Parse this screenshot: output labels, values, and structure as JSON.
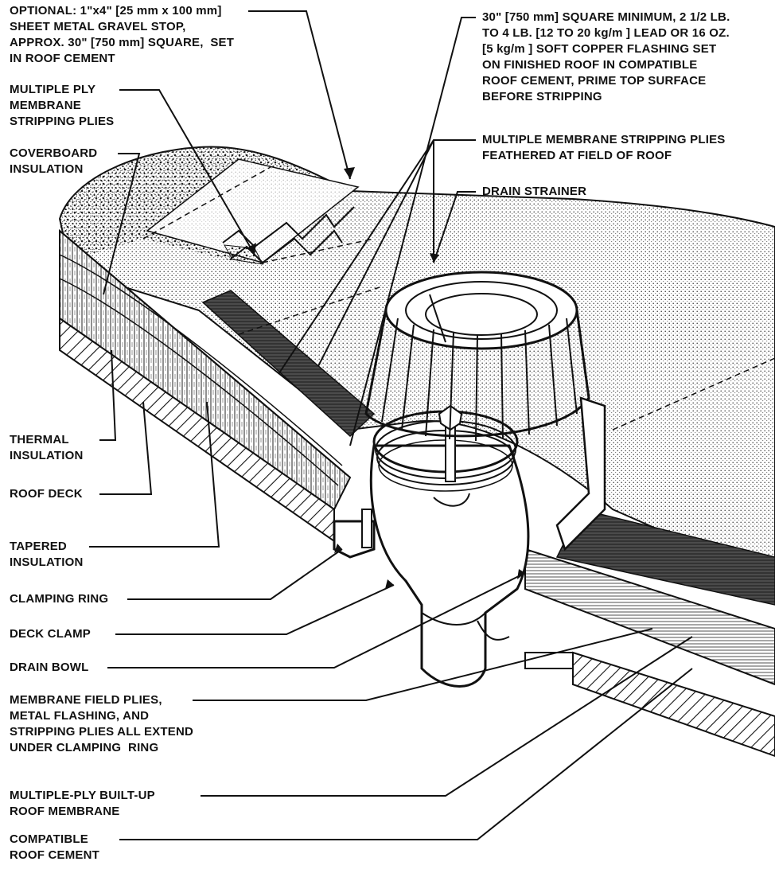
{
  "labels": {
    "gravel_stop": "OPTIONAL: 1\"x4\" [25 mm x 100 mm]\nSHEET METAL GRAVEL STOP,\nAPPROX. 30\" [750 mm] SQUARE,  SET\nIN ROOF CEMENT",
    "stripping_plies": "MULTIPLE PLY\nMEMBRANE\nSTRIPPING PLIES",
    "coverboard": "COVERBOARD\nINSULATION",
    "thermal": "THERMAL\nINSULATION",
    "roof_deck": "ROOF DECK",
    "tapered": "TAPERED\nINSULATION",
    "clamping_ring": "CLAMPING RING",
    "deck_clamp": "DECK CLAMP",
    "drain_bowl": "DRAIN BOWL",
    "field_plies": "MEMBRANE FIELD PLIES,\nMETAL FLASHING, AND\nSTRIPPING PLIES ALL EXTEND\nUNDER CLAMPING  RING",
    "built_up": "MULTIPLE-PLY BUILT-UP\nROOF MEMBRANE",
    "cement": "COMPATIBLE\nROOF CEMENT",
    "flashing": "30\" [750 mm] SQUARE MINIMUM, 2 1/2 LB.\nTO 4 LB. [12 TO 20 kg/m ] LEAD OR 16 OZ.\n[5 kg/m ] SOFT COPPER FLASHING SET\nON FINISHED ROOF IN COMPATIBLE\nROOF CEMENT, PRIME TOP SURFACE\nBEFORE STRIPPING",
    "feathered": "MULTIPLE MEMBRANE STRIPPING PLIES\nFEATHERED AT FIELD OF ROOF",
    "strainer": "DRAIN STRAINER"
  }
}
